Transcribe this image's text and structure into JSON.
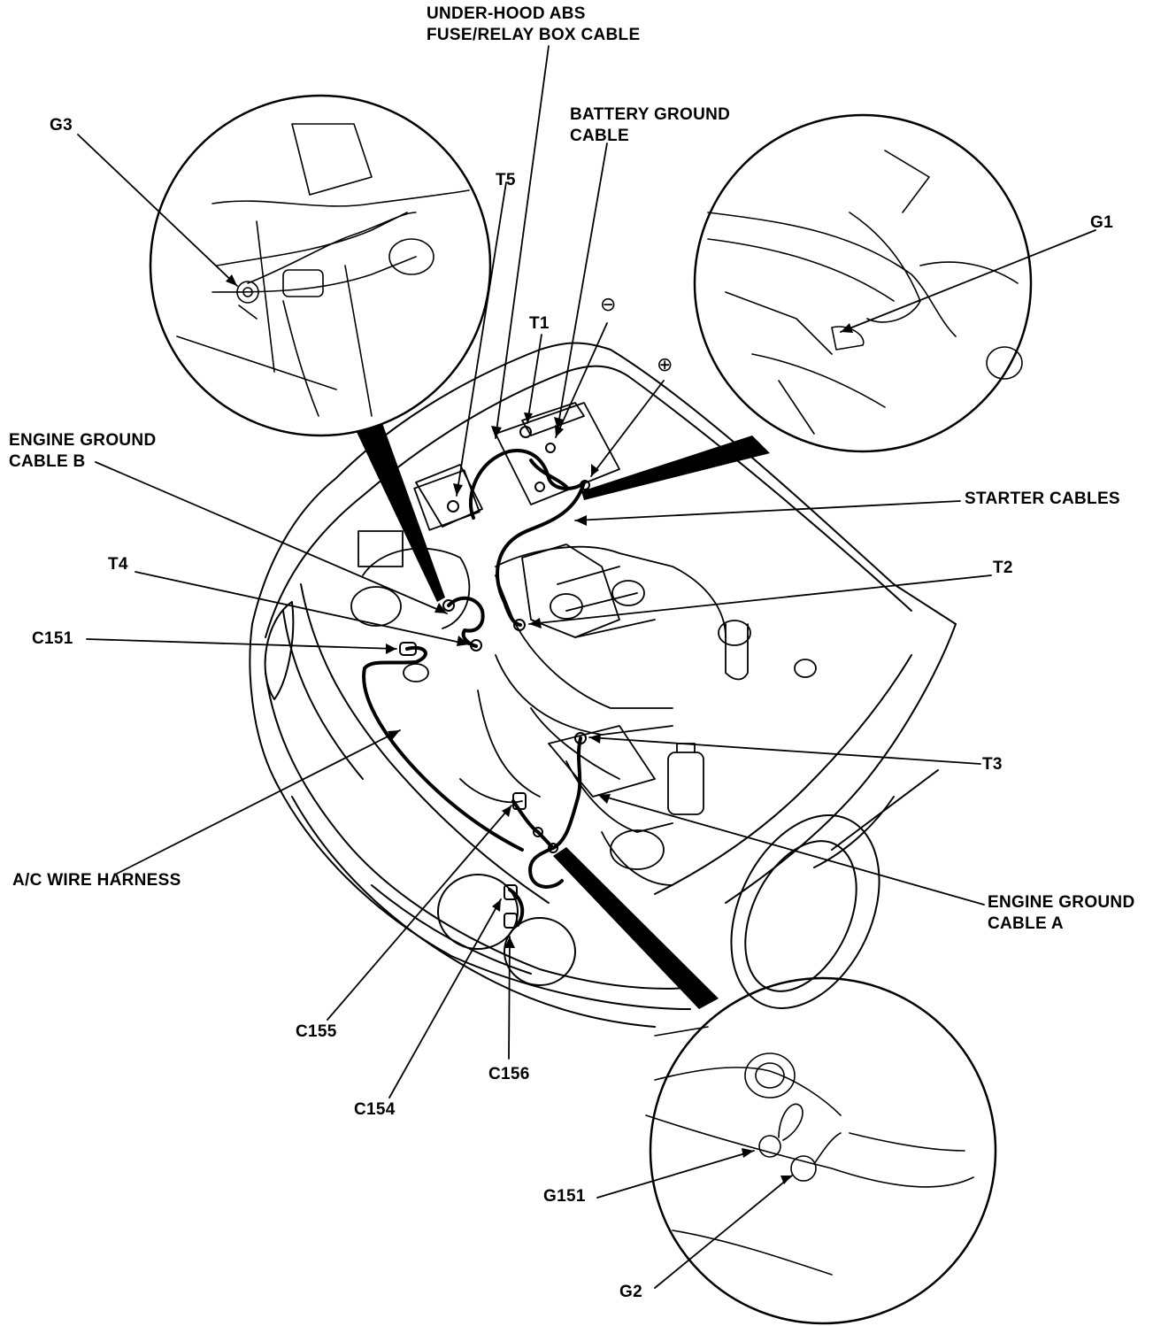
{
  "labels": {
    "abs_cable": [
      "UNDER-HOOD ABS",
      "FUSE/RELAY BOX CABLE"
    ],
    "battery_ground": [
      "BATTERY GROUND",
      "CABLE"
    ],
    "g3": "G3",
    "t5": "T5",
    "t1": "T1",
    "minus": "⊖",
    "plus": "⊕",
    "g1": "G1",
    "engine_ground_b": [
      "ENGINE GROUND",
      "CABLE B"
    ],
    "starter_cables": "STARTER CABLES",
    "t4": "T4",
    "t2": "T2",
    "c151": "C151",
    "t3": "T3",
    "ac_harness": "A/C WIRE HARNESS",
    "engine_ground_a": [
      "ENGINE GROUND",
      "CABLE A"
    ],
    "c155": "C155",
    "c156": "C156",
    "c154": "C154",
    "g151": "G151",
    "g2": "G2"
  },
  "colors": {
    "ink": "#000000",
    "paper": "#ffffff"
  }
}
